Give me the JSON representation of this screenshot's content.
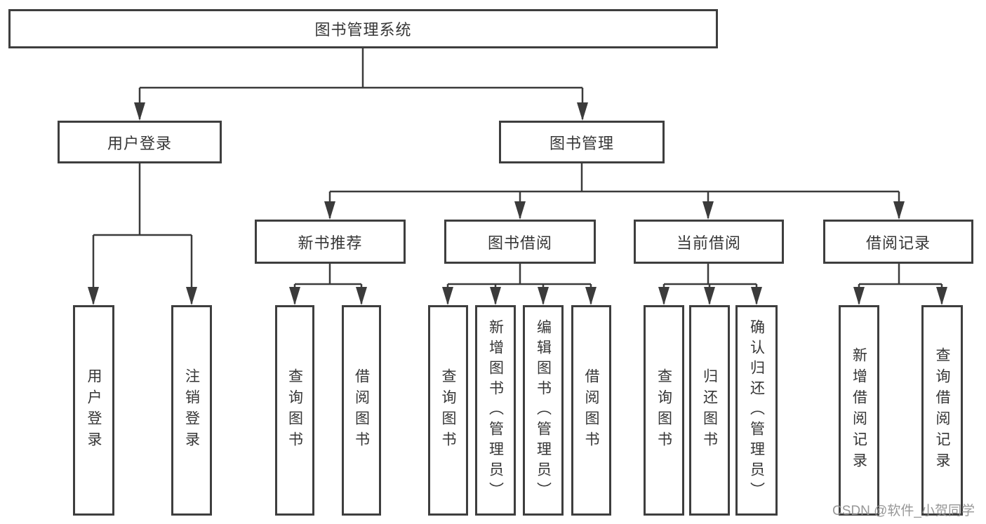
{
  "nodes": {
    "root": {
      "label": "图书管理系统"
    },
    "user_login": {
      "label": "用户登录"
    },
    "book_mgmt": {
      "label": "图书管理"
    },
    "new_book_rec": {
      "label": "新书推荐"
    },
    "book_borrow": {
      "label": "图书借阅"
    },
    "current_borrow": {
      "label": "当前借阅"
    },
    "borrow_records": {
      "label": "借阅记录"
    },
    "leaf_user_login": {
      "label": "用户登录"
    },
    "leaf_logout": {
      "label": "注销登录"
    },
    "leaf_rec_query": {
      "label": "查询图书"
    },
    "leaf_rec_borrow": {
      "label": "借阅图书"
    },
    "leaf_bor_query": {
      "label": "查询图书"
    },
    "leaf_bor_add": {
      "label": "新增图书（管理员）"
    },
    "leaf_bor_edit": {
      "label": "编辑图书（管理员）"
    },
    "leaf_bor_borrow": {
      "label": "借阅图书"
    },
    "leaf_cur_query": {
      "label": "查询图书"
    },
    "leaf_cur_return": {
      "label": "归还图书"
    },
    "leaf_cur_confirm": {
      "label": "确认归还（管理员）"
    },
    "leaf_log_add": {
      "label": "新增借阅记录"
    },
    "leaf_log_query": {
      "label": "查询借阅记录"
    }
  },
  "watermark": {
    "text": "CSDN @软件_小贺同学"
  },
  "colors": {
    "line": "#3b3b3b",
    "box_border": "#3e3e3e",
    "text": "#363636",
    "watermark": "#919191",
    "background": "#ffffff"
  }
}
